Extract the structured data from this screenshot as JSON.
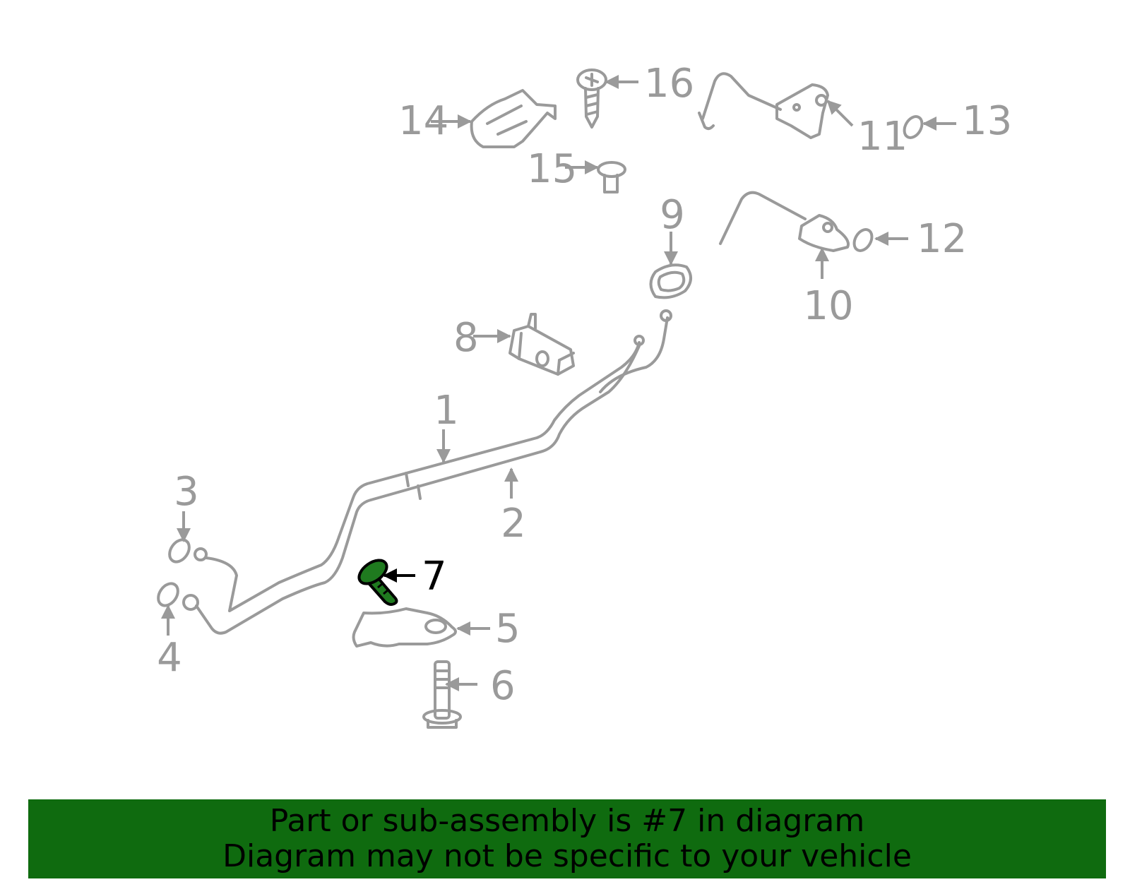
{
  "callouts": {
    "c1": "1",
    "c2": "2",
    "c3": "3",
    "c4": "4",
    "c5": "5",
    "c6": "6",
    "c7": "7",
    "c8": "8",
    "c9": "9",
    "c10": "10",
    "c11": "11",
    "c12": "12",
    "c13": "13",
    "c14": "14",
    "c15": "15",
    "c16": "16"
  },
  "highlighted_part": "7",
  "colors": {
    "line_art": "#9a9a9a",
    "highlight_fill": "#1f7a1f",
    "banner_background": "#0f6b0f",
    "banner_text": "#000000"
  },
  "banner": {
    "line1": "Part or sub-assembly is #7 in diagram",
    "line2": "Diagram may not be specific to your vehicle"
  }
}
